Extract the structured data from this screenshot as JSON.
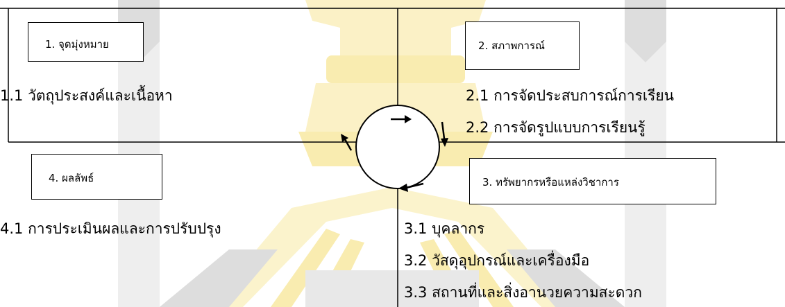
{
  "colors": {
    "line": "#000000",
    "watermark_yellow": "#f9ecb0",
    "watermark_grey": "#cdcdcd",
    "background": "#ffffff"
  },
  "watermark": {
    "icon": "university-emblem-watermark"
  },
  "quadrants": {
    "goals": {
      "title": "1. จุดมุ่งหมาย",
      "items": [
        "1.1 วัตถุประสงค์และเนื้อหา"
      ]
    },
    "situation": {
      "title": "2. สภาพการณ์",
      "items": [
        "2.1 การจัดประสบการณ์การเรียน",
        "2.2 การจัดรูปแบบการเรียนรู้"
      ]
    },
    "resources": {
      "title": "3. ทรัพยากรหรือแหล่งวิชาการ",
      "items": [
        "3.1 บุคลากร",
        "3.2 วัสดุอุปกรณ์และเครื่องมือ",
        "3.3 สถานที่และสิ่งอานวยความสะดวก"
      ]
    },
    "outcomes": {
      "title": "4. ผลลัพธ์",
      "items": [
        "4.1 การประเมินผลและการปรับปรุง"
      ]
    }
  },
  "cycle": {
    "direction": "clockwise",
    "arrow_icon": "cycle-arrow-icon"
  }
}
